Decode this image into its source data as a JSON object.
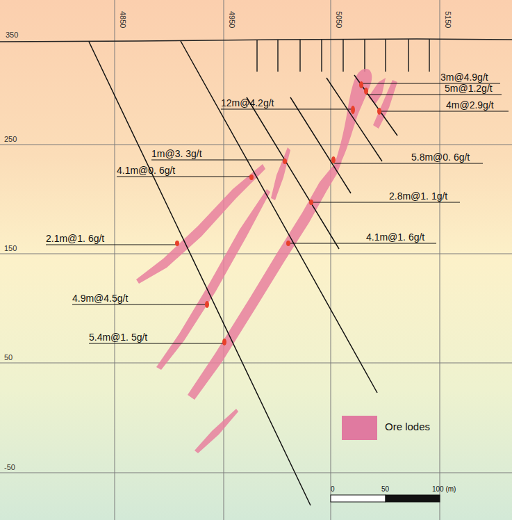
{
  "diagram": {
    "labels": [
      "4850",
      "4950",
      "5050",
      "5150",
      "350",
      "250",
      "150",
      "50",
      "-50",
      "3m@4.9g/t",
      "5m@1.2g/t",
      "4m@2.9g/t",
      "12m@4.2g/t",
      "1m@3. 3g/t",
      "5.8m@0. 6g/t",
      "4.1m@0. 6g/t",
      "2.8m@1. 1g/t",
      "2.1m@1. 6g/t",
      "4.1m@1. 6g/t",
      "4.9m@4.5g/t",
      "5.4m@1. 5g/t",
      "0",
      "50",
      "100 (m)"
    ],
    "legend": [
      {
        "text": "Ore lodes",
        "color": "#e07aa0"
      }
    ]
  }
}
